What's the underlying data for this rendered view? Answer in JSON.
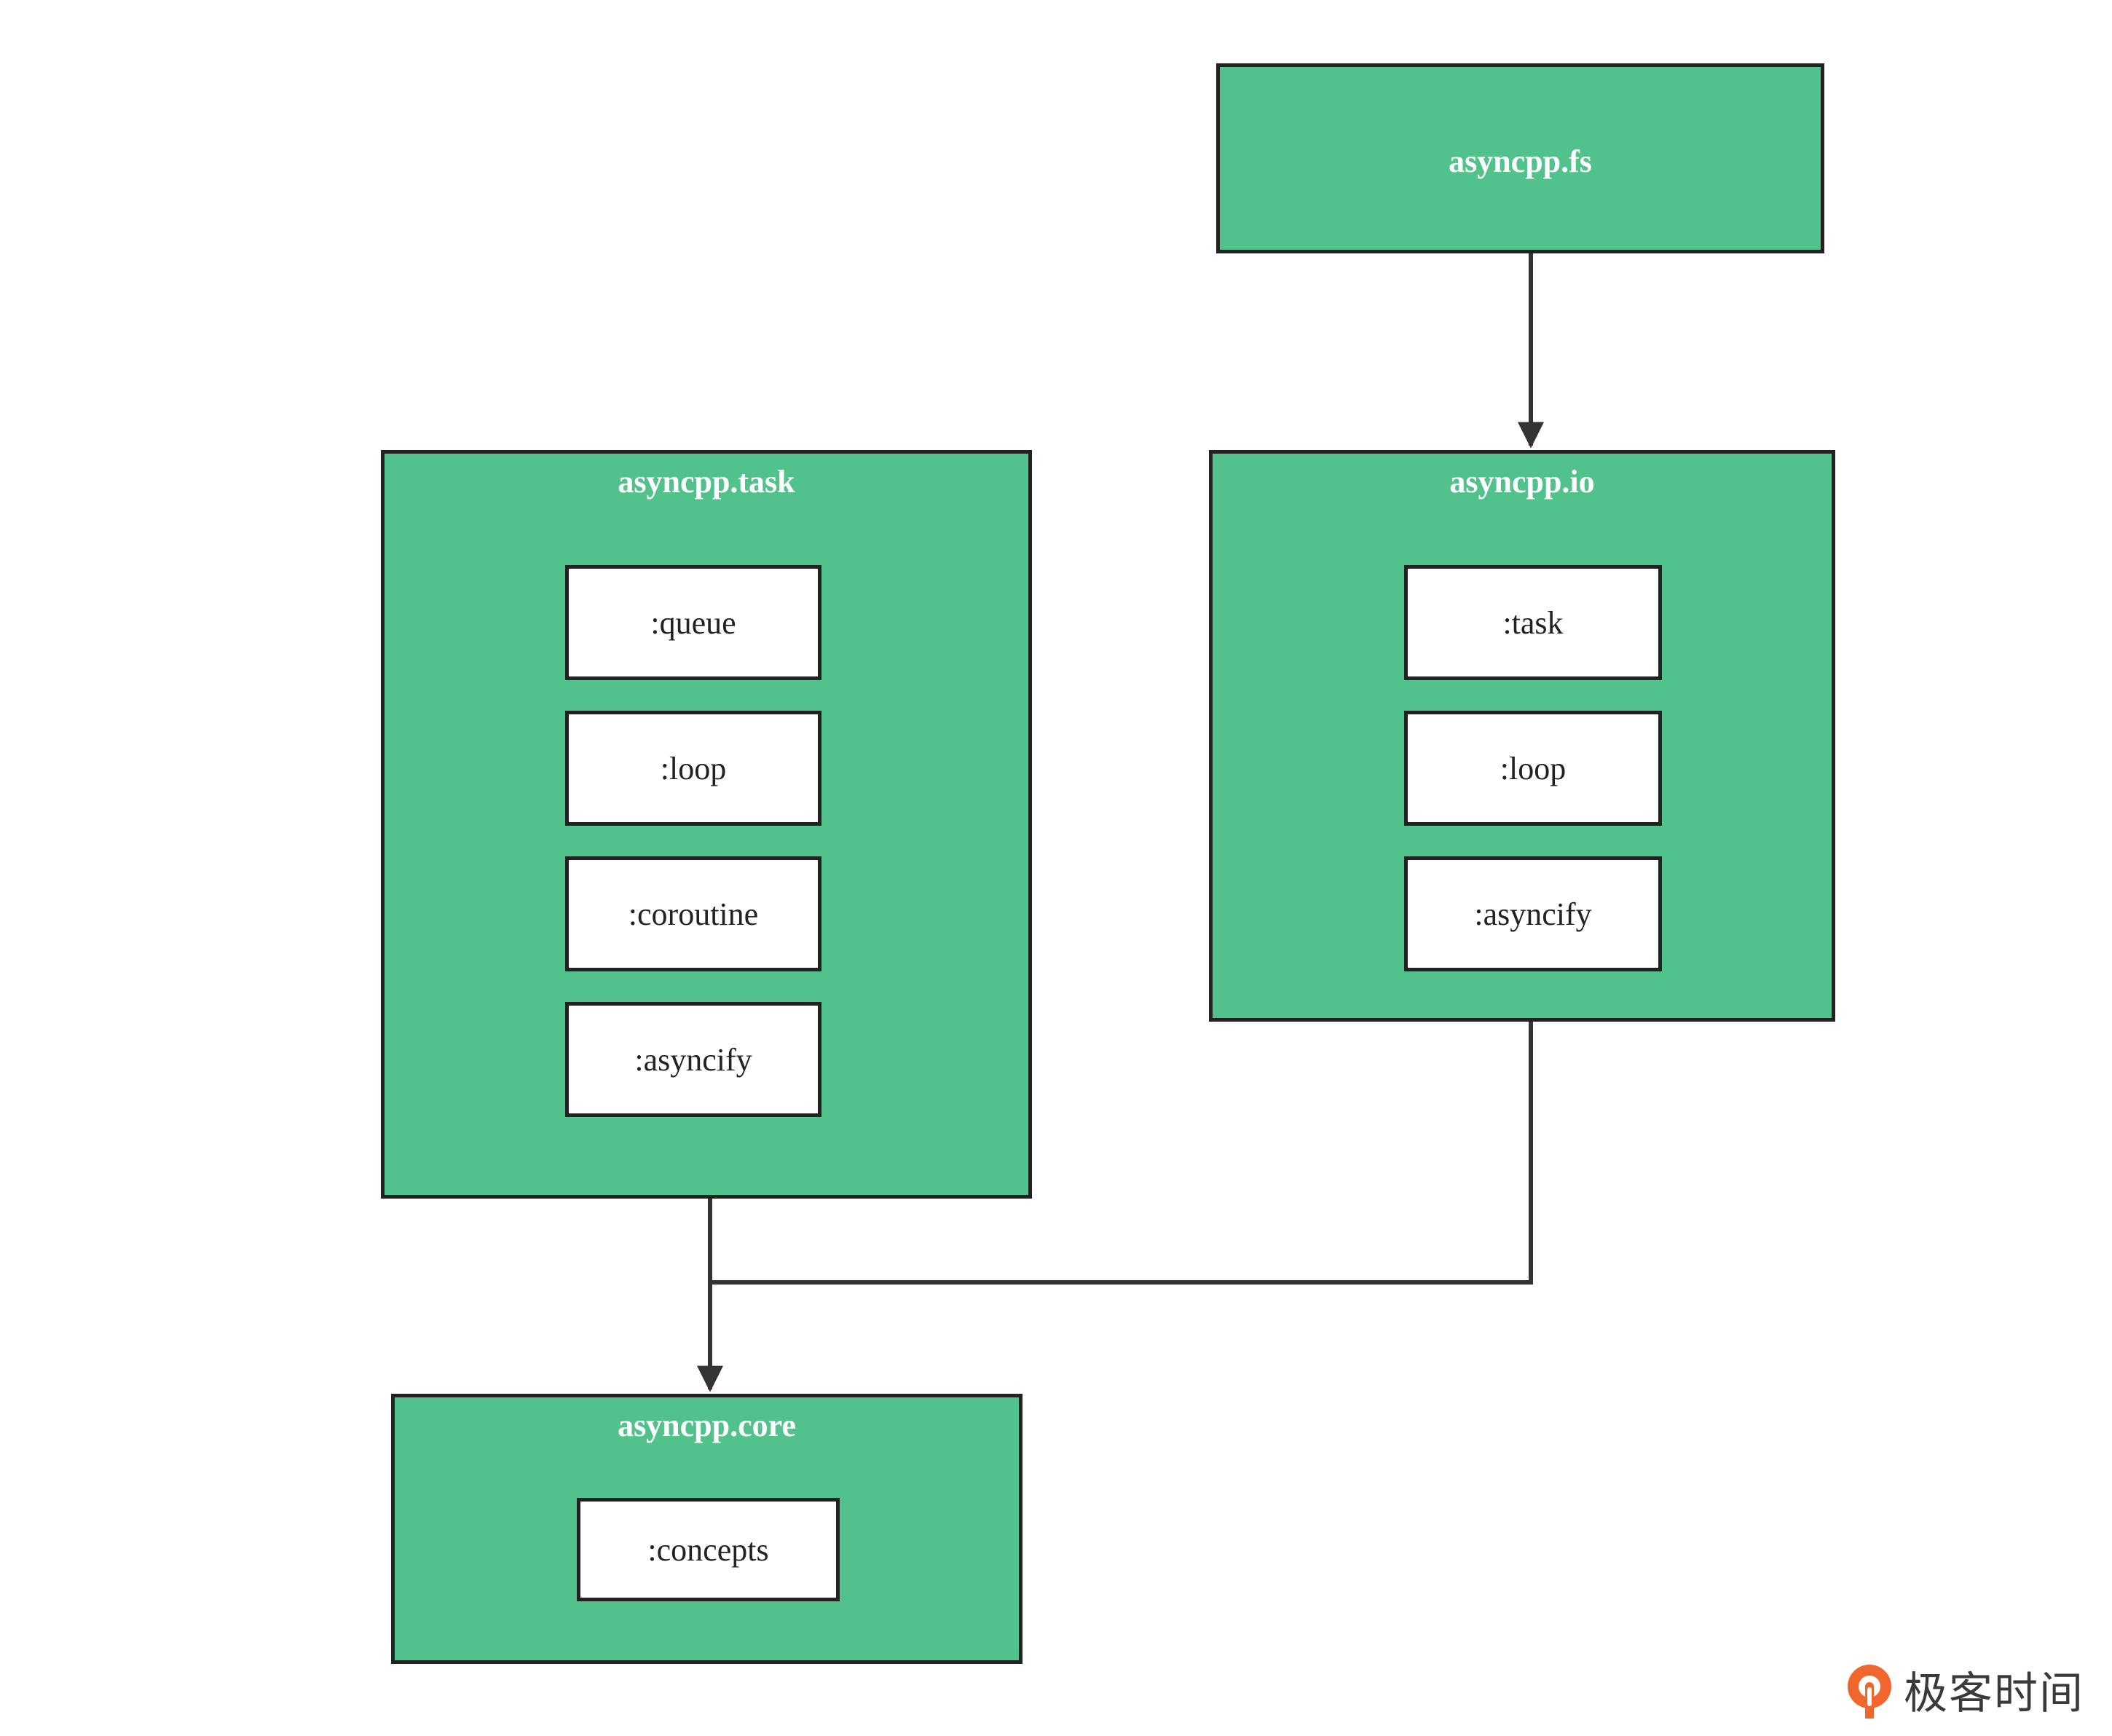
{
  "colors": {
    "module_fill": "#52c28c",
    "border": "#222222",
    "edge": "#333333",
    "brand_accent": "#f0662d"
  },
  "modules": {
    "fs": {
      "title": "asyncpp.fs",
      "partitions": []
    },
    "task": {
      "title": "asyncpp.task",
      "partitions": [
        ":queue",
        ":loop",
        ":coroutine",
        ":asyncify"
      ]
    },
    "io": {
      "title": "asyncpp.io",
      "partitions": [
        ":task",
        ":loop",
        ":asyncify"
      ]
    },
    "core": {
      "title": "asyncpp.core",
      "partitions": [
        ":concepts"
      ]
    }
  },
  "edges": [
    {
      "from": "asyncpp.fs",
      "to": "asyncpp.io"
    },
    {
      "from": "asyncpp.task",
      "to": "asyncpp.core"
    },
    {
      "from": "asyncpp.io",
      "to": "asyncpp.core"
    }
  ],
  "watermark": {
    "text": "极客时间",
    "icon": "geektime-logo-icon"
  }
}
